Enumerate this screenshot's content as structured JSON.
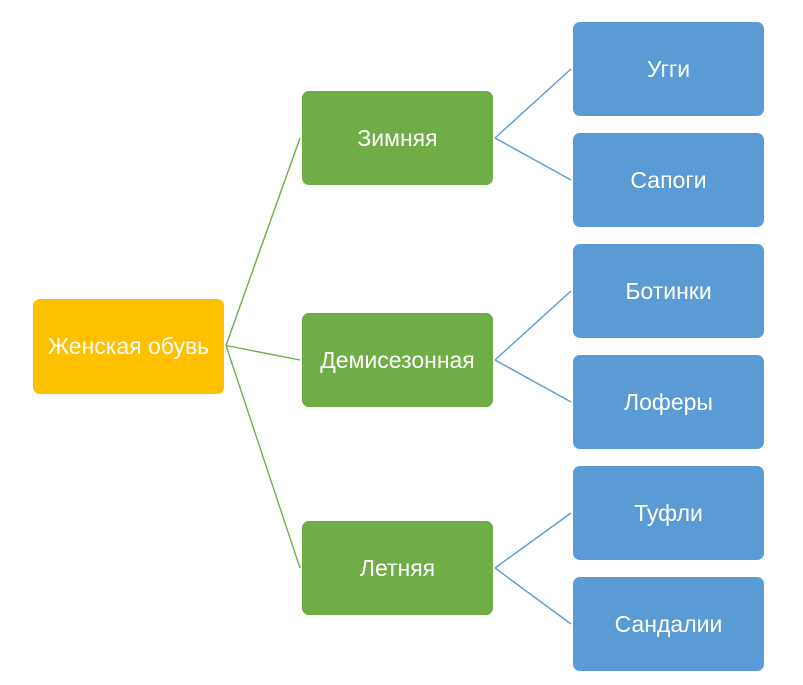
{
  "colors": {
    "root": "#FFC000",
    "level1": "#70AD47",
    "level2": "#5B9BD5",
    "connector_level1": "#70AD47",
    "connector_level2": "#5B9BD5"
  },
  "tree": {
    "root": {
      "label": "Женская обувь"
    },
    "categories": [
      {
        "label": "Зимняя",
        "items": [
          {
            "label": "Угги"
          },
          {
            "label": "Сапоги"
          }
        ]
      },
      {
        "label": "Демисезонная",
        "items": [
          {
            "label": "Ботинки"
          },
          {
            "label": "Лоферы"
          }
        ]
      },
      {
        "label": "Летняя",
        "items": [
          {
            "label": "Туфли"
          },
          {
            "label": "Сандалии"
          }
        ]
      }
    ]
  }
}
